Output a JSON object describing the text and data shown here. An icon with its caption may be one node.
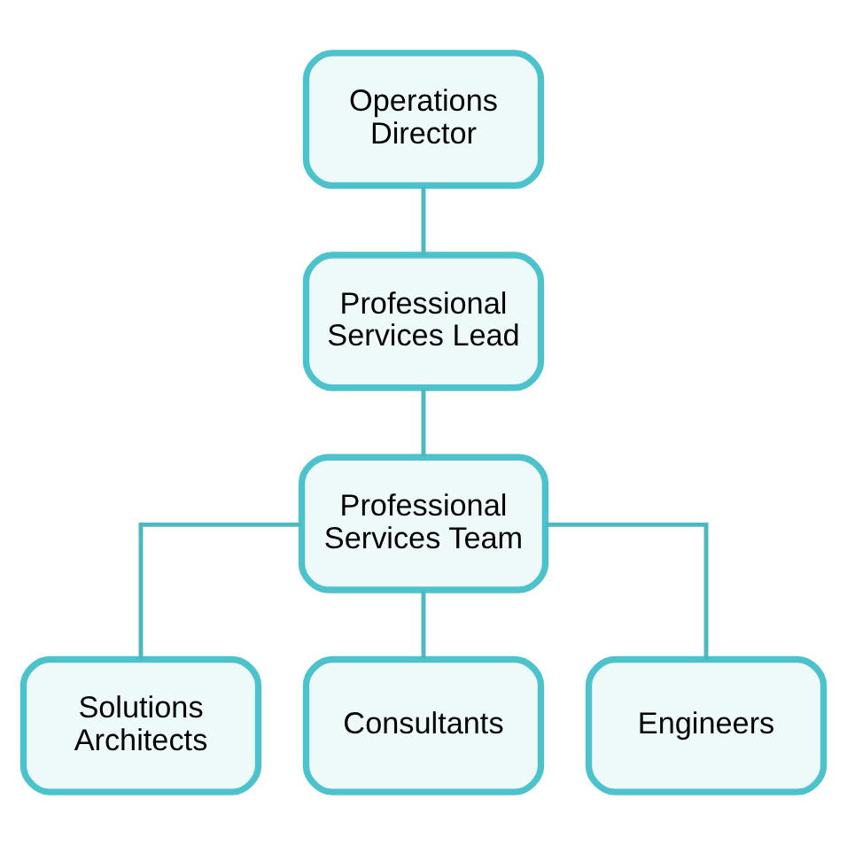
{
  "diagram": {
    "nodes": [
      {
        "text": [
          "Operations Director"
        ]
      },
      {
        "text": [
          "Professional Services Lead"
        ]
      },
      {
        "text": [
          "Professional Services Team"
        ]
      },
      {
        "text": [
          "Solutions Architects"
        ]
      },
      {
        "text": [
          "Consultants"
        ]
      },
      {
        "text": [
          "Engineers"
        ]
      }
    ],
    "edges": [
      {
        "from": 0,
        "to": 1,
        "arrow": "none"
      },
      {
        "from": 1,
        "to": 2,
        "arrow": "none"
      },
      {
        "from": 2,
        "to": 3,
        "arrow": "none"
      },
      {
        "from": 2,
        "to": 4,
        "arrow": "none"
      },
      {
        "from": 2,
        "to": 5,
        "arrow": "none"
      }
    ]
  }
}
